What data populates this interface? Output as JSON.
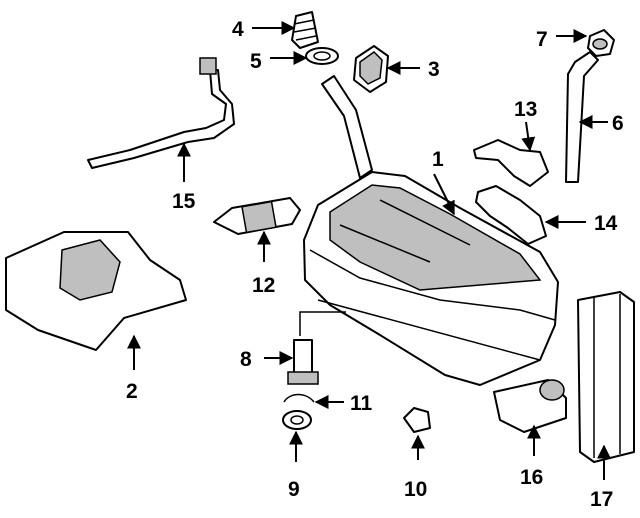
{
  "diagram": {
    "callouts": [
      "1",
      "2",
      "3",
      "4",
      "5",
      "6",
      "7",
      "8",
      "9",
      "10",
      "11",
      "12",
      "13",
      "14",
      "15",
      "16",
      "17"
    ]
  },
  "colors": {
    "line": "#000000",
    "background": "#ffffff",
    "shade": "#bfbfbf"
  }
}
